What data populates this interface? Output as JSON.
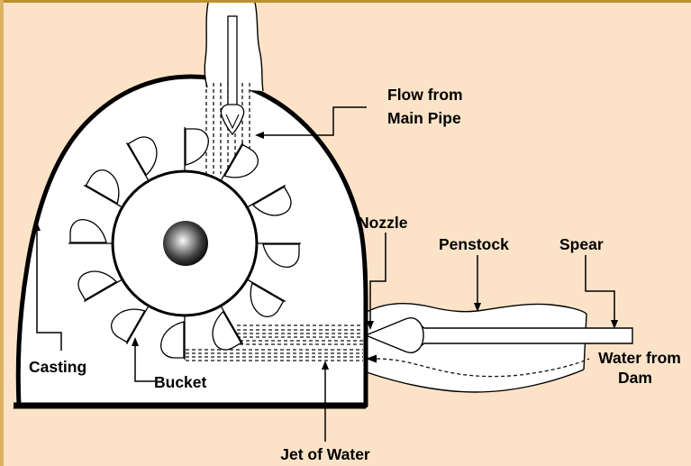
{
  "diagram": {
    "type": "pelton-wheel-turbine-diagram",
    "bucket_count": 12
  },
  "labels": {
    "flow_from_main_pipe": [
      "Flow from",
      "Main Pipe"
    ],
    "nozzle": "Nozzle",
    "penstock": "Penstock",
    "spear": "Spear",
    "water_from_dam": [
      "Water from",
      "Dam"
    ],
    "casting": "Casting",
    "bucket": "Bucket",
    "jet_of_water": "Jet of Water"
  },
  "colors": {
    "background": "#fce3c8",
    "frame_top": "#b9922d",
    "frame_left": "#dcb25e",
    "line": "#000000",
    "shape_fill": "#ffffff"
  }
}
